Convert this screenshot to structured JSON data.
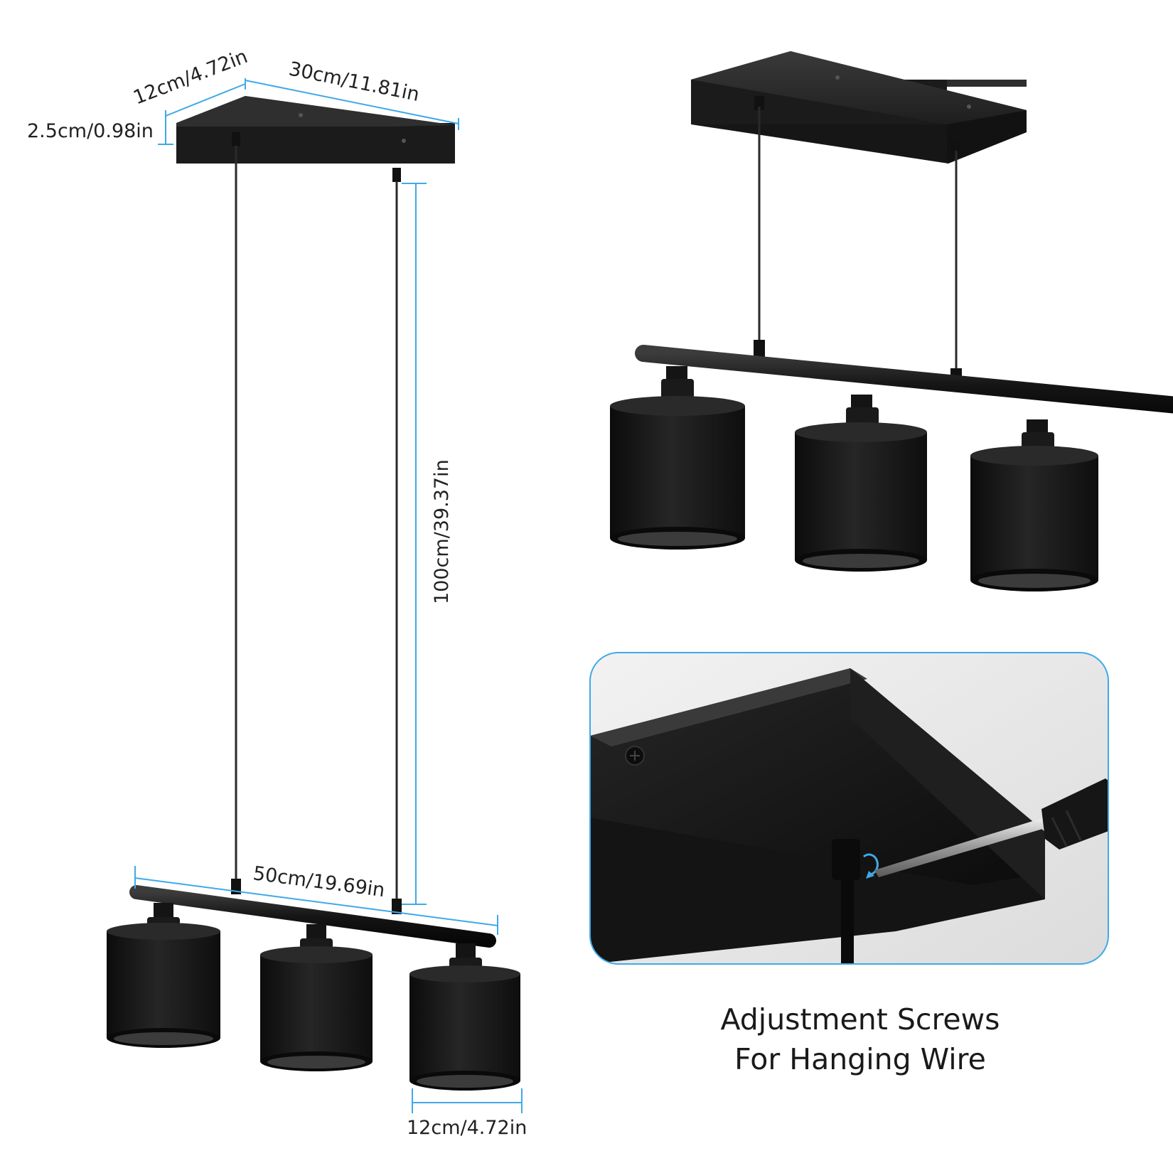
{
  "dimensions": {
    "canopy_depth": "12cm/4.72in",
    "canopy_length": "30cm/11.81in",
    "canopy_height": "2.5cm/0.98in",
    "hanging_length": "100cm/39.37in",
    "bar_length": "50cm/19.69in",
    "shade_diameter": "12cm/4.72in"
  },
  "caption": {
    "line1": "Adjustment Screws",
    "line2": "For Hanging Wire"
  },
  "colors": {
    "fixture": "#161616",
    "dimension_line": "#3fa9e8",
    "inset_border": "#3fa9e8",
    "inset_background": "#e9e9e9"
  }
}
